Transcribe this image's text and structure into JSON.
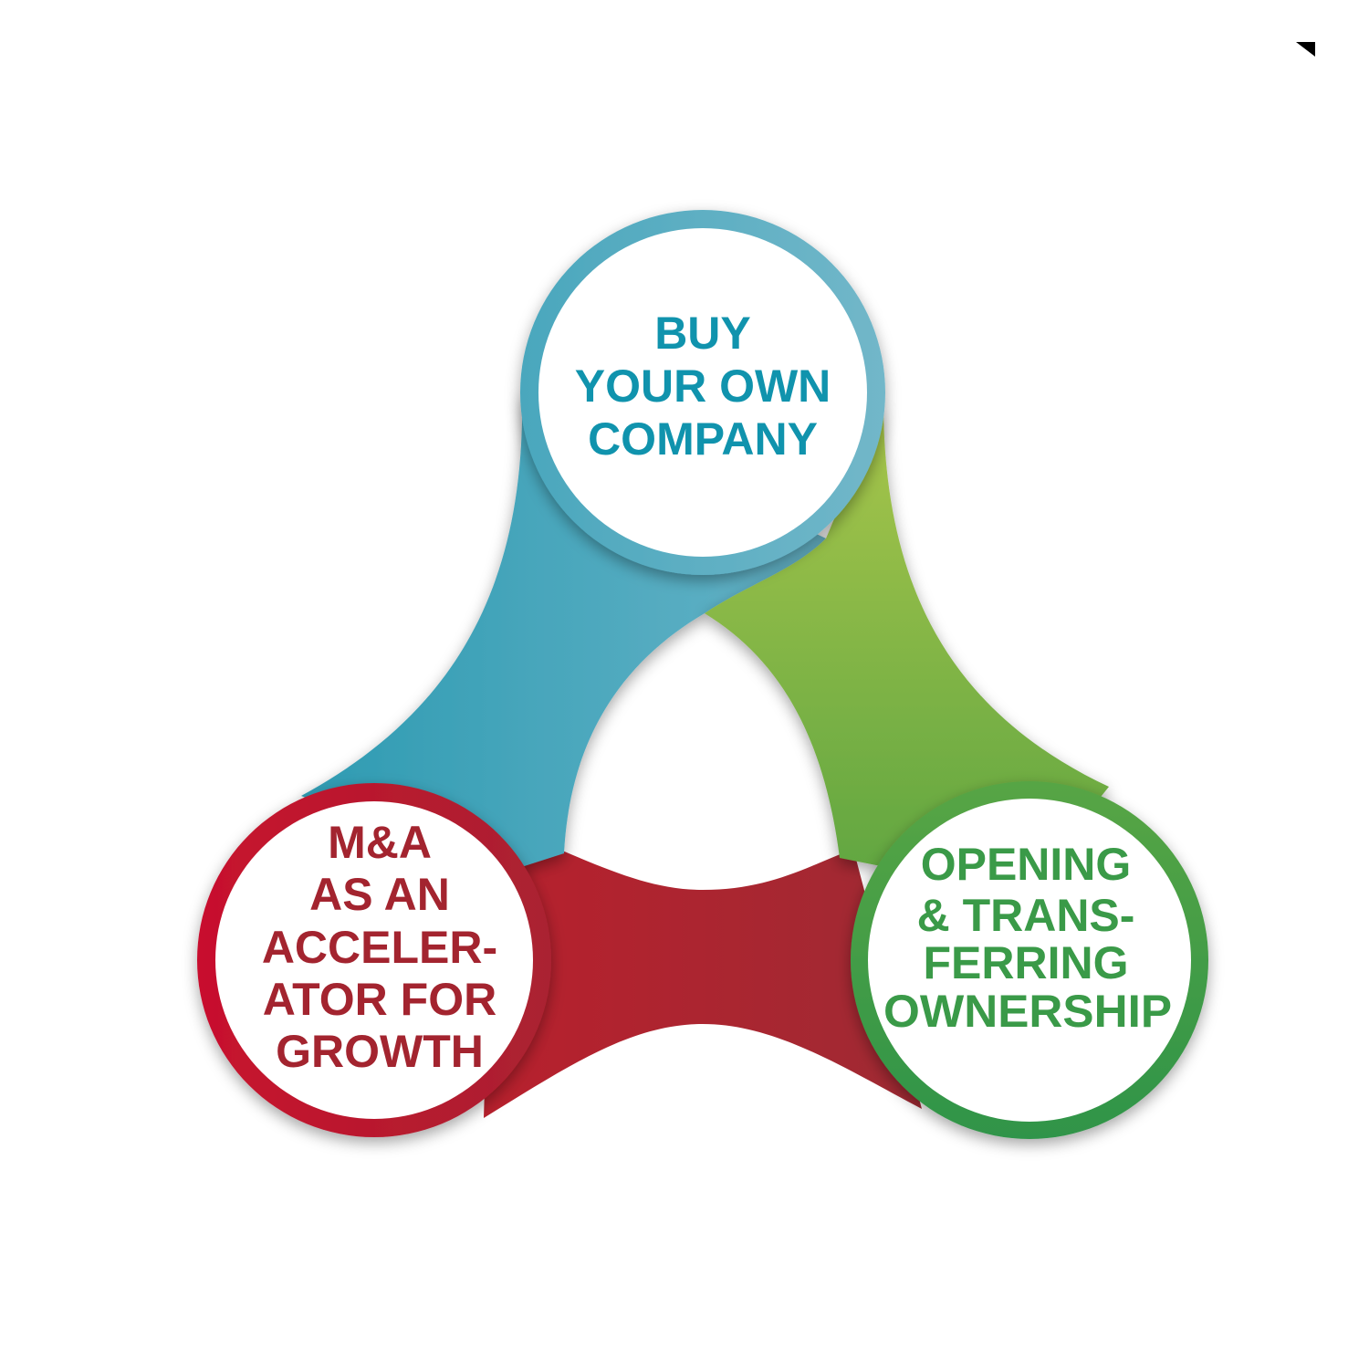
{
  "colors": {
    "blue": "#1093ad",
    "red": "#a3242f",
    "green": "#3a9a48"
  },
  "nodes": {
    "buy": {
      "lines": [
        "BUY",
        "YOUR OWN",
        "COMPANY"
      ]
    },
    "mna": {
      "lines": [
        "M&A",
        "AS AN",
        "ACCELER-",
        "ATOR FOR",
        "GROWTH"
      ]
    },
    "opening": {
      "lines": [
        "OPENING",
        "& TRANS-",
        "FERRING",
        "OWNERSHIP"
      ]
    }
  }
}
